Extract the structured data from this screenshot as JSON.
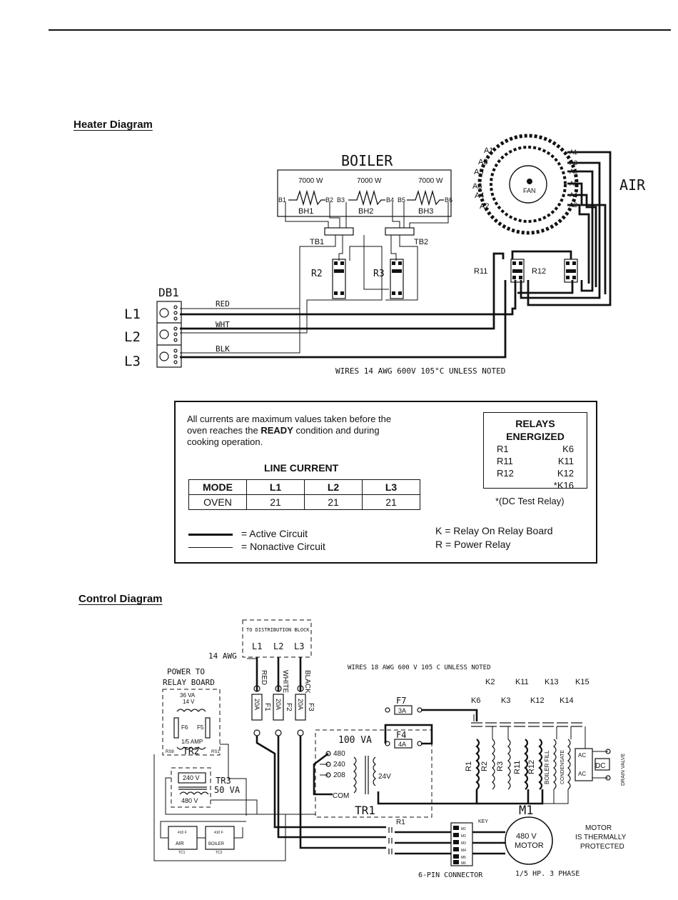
{
  "heater": {
    "section_title": "Heater Diagram",
    "boiler_label": "BOILER",
    "air_label": "AIR",
    "fan_label": "FAN",
    "watts": [
      "7000 W",
      "7000 W",
      "7000 W"
    ],
    "heaters": [
      "BH1",
      "BH2",
      "BH3"
    ],
    "terminals_b": [
      "B1",
      "B2",
      "B3",
      "B4",
      "B5",
      "B6"
    ],
    "terminal_blocks": [
      "TB1",
      "TB2"
    ],
    "relays": [
      "R2",
      "R3",
      "R11",
      "R12"
    ],
    "db_label": "DB1",
    "lines": [
      "L1",
      "L2",
      "L3"
    ],
    "wire_colors": [
      "RED",
      "WHT",
      "BLK"
    ],
    "air_left": [
      "A1",
      "A3",
      "A5",
      "A6",
      "A4",
      "A2"
    ],
    "air_right": [
      "A1",
      "A3",
      "A5",
      "A6",
      "A4",
      "A2"
    ],
    "wire_note": "WIRES 14 AWG 600V 105°C UNLESS NOTED"
  },
  "legend": {
    "note_line1": "All currents are maximum values taken before the",
    "note_line2_pre": "oven reaches the ",
    "note_line2_bold": "READY",
    "note_line2_post": " condition and during",
    "note_line3": "cooking operation.",
    "line_current_title": "LINE CURRENT",
    "table_headers": [
      "MODE",
      "L1",
      "L2",
      "L3"
    ],
    "table_row": [
      "OVEN",
      "21",
      "21",
      "21"
    ],
    "relays_title_1": "RELAYS",
    "relays_title_2": "ENERGIZED",
    "relay_rows": [
      [
        "R1",
        "K6"
      ],
      [
        "R11",
        "K11"
      ],
      [
        "R12",
        "K12"
      ],
      [
        "",
        "*K16"
      ]
    ],
    "dc_note": "*(DC Test Relay)",
    "active": "=  Active Circuit",
    "nonactive": "=  Nonactive Circuit",
    "k_note": "K = Relay On Relay Board",
    "r_note": "R = Power Relay"
  },
  "control": {
    "section_title": "Control Diagram",
    "dist_block": "TO DISTRIBUTION BLOCK",
    "lines": [
      "L1",
      "L2",
      "L3"
    ],
    "awg": "14 AWG",
    "wire_note": "WIRES 18 AWG 600 V 105 C UNLESS NOTED",
    "power_to_1": "POWER TO",
    "power_to_2": "RELAY BOARD",
    "tr2_va": "36 VA",
    "tr2_v": "14 V",
    "fuse_small": [
      "F6",
      "F5"
    ],
    "fuse_amp": "1/5 AMP",
    "tr2": "TR2",
    "tr2_pins": [
      "RS8",
      "RS1"
    ],
    "wire_colors": [
      "RED",
      "WHITE",
      "BLACK"
    ],
    "fuses": [
      "F1",
      "F2",
      "F3"
    ],
    "fuse_rating": "20A",
    "f7": "F7",
    "f7_rating": "3A",
    "f4": "F4",
    "f4_rating": "4A",
    "tr1_va": "100 VA",
    "taps": [
      "480",
      "240",
      "208"
    ],
    "com": "COM",
    "v24": "24V",
    "tr1": "TR1",
    "tr3_240": "240 V",
    "tr3_480": "480 V",
    "tr3": "TR3",
    "tr3_va": "50 VA",
    "k_top": [
      "K2",
      "K11",
      "K13",
      "K15"
    ],
    "k_bottom": [
      "K6",
      "K3",
      "K12",
      "K14"
    ],
    "coils": [
      "R1",
      "R2",
      "R3",
      "R11",
      "R12",
      "BOILER FILL",
      "CONDENSATE"
    ],
    "ac_top": "AC",
    "ac_bot": "AC",
    "dc": "DC",
    "drain": "DRAIN VALVE",
    "r1": "R1",
    "key": "KEY",
    "m1": "M1",
    "motor_v": "480 V",
    "motor": "MOTOR",
    "motor_note_1": "MOTOR",
    "motor_note_2": "IS THERMALLY",
    "motor_note_3": "PROTECTED",
    "connector": "6-PIN CONNECTOR",
    "hp": "1/5 HP. 3 PHASE",
    "tc_temps": [
      "410 F",
      "410 F"
    ],
    "tc_labels": [
      "AIR",
      "BOILER"
    ],
    "tc_ids": [
      "TC1",
      "TC2"
    ],
    "pins": [
      "M1",
      "M2",
      "M3",
      "M4",
      "M5",
      "M6"
    ]
  }
}
